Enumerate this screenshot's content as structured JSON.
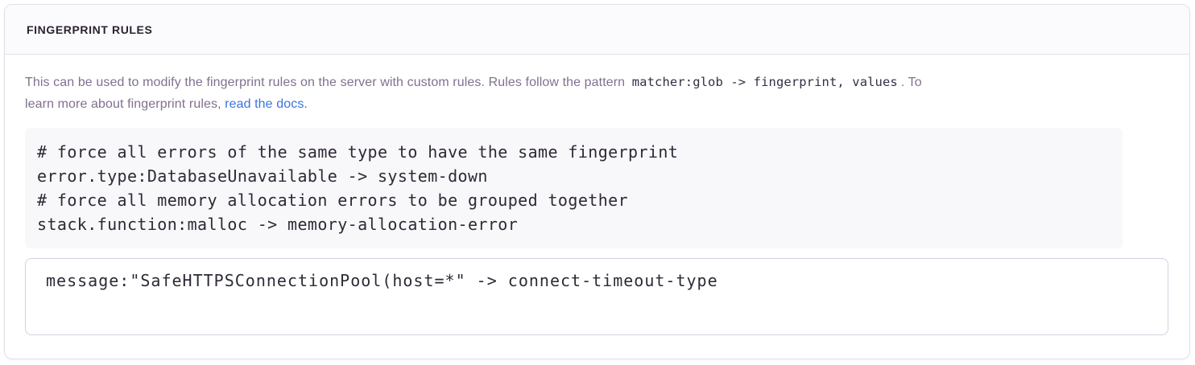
{
  "panel": {
    "title": "FINGERPRINT RULES",
    "description": {
      "line1_before_code": "This can be used to modify the fingerprint rules on the server with custom rules. Rules follow the pattern ",
      "inline_code": "matcher:glob -> fingerprint, values",
      "line1_after_code": ". To",
      "line2_text": "learn more about fingerprint rules, ",
      "link_label": "read the docs."
    },
    "example_code": "# force all errors of the same type to have the same fingerprint\nerror.type:DatabaseUnavailable -> system-down\n# force all memory allocation errors to be grouped together\nstack.function:malloc -> memory-allocation-error",
    "rules_input": {
      "value": "message:\"SafeHTTPSConnectionPool(host=*\" -> connect-timeout-type"
    }
  },
  "colors": {
    "header_text": "#2b2233",
    "header_bg": "#fbfafc",
    "panel_border": "#e2dee8",
    "body_text": "#80708f",
    "link": "#3c74dd",
    "code_text": "#2f2936",
    "code_bg": "#f8f7fa",
    "input_border": "#d6d0df"
  }
}
